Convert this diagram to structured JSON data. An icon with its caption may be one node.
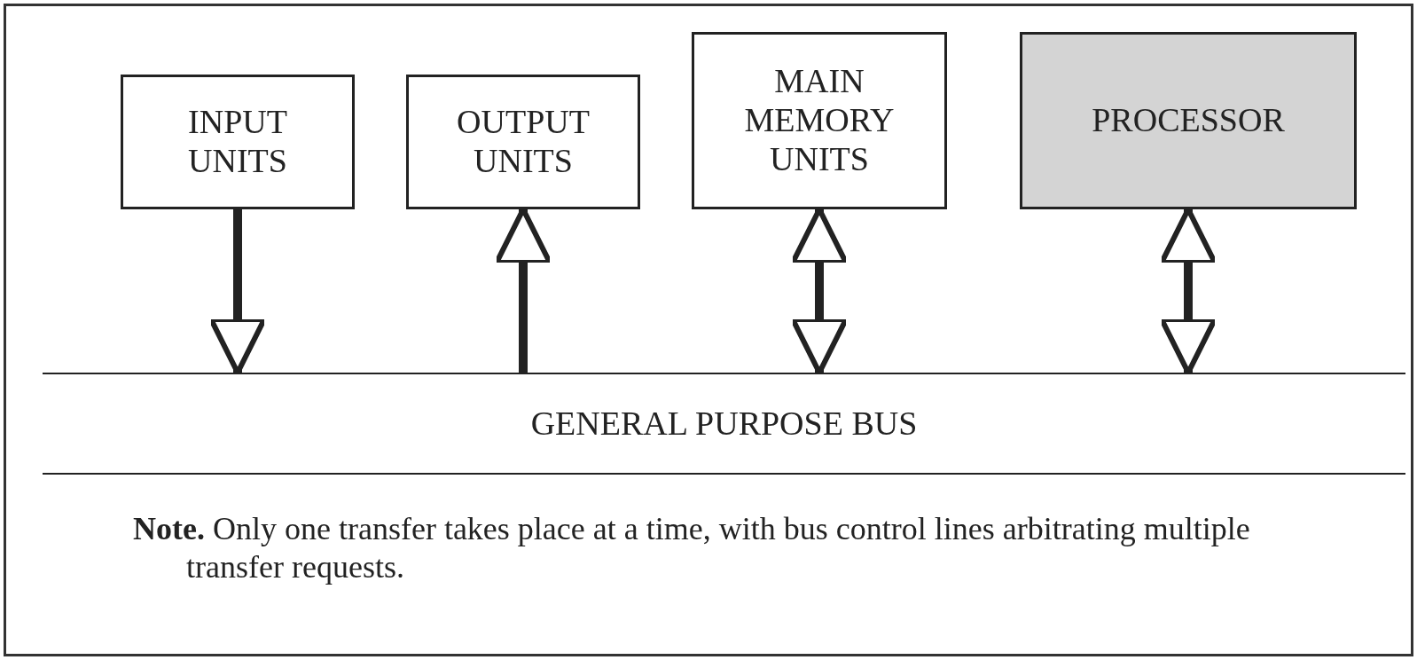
{
  "diagram": {
    "nodes": [
      {
        "text": [
          "INPUT UNITS"
        ]
      },
      {
        "text": [
          "OUTPUT UNITS"
        ]
      },
      {
        "text": [
          "MAIN MEMORY UNITS"
        ]
      },
      {
        "text": [
          "PROCESSOR"
        ]
      },
      {
        "text": [
          "GENERAL PURPOSE BUS"
        ]
      }
    ],
    "edges": [
      {
        "from": 0,
        "to": 4,
        "arrow": "to"
      },
      {
        "from": 4,
        "to": 1,
        "arrow": "to"
      },
      {
        "from": 2,
        "to": 4,
        "arrow": "both"
      },
      {
        "from": 3,
        "to": 4,
        "arrow": "both"
      }
    ],
    "labels": [
      "**Note.** Only one transfer takes place at a time, with bus control lines arbitrating multiple transfer requests."
    ]
  }
}
